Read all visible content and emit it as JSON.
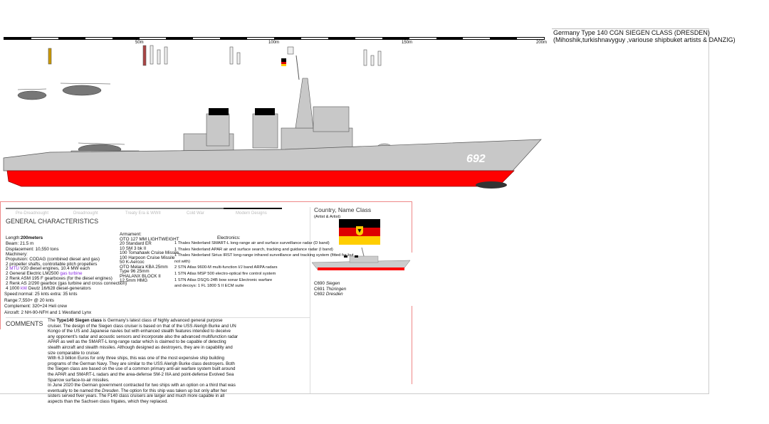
{
  "header": {
    "title": "Germany Type 140 CGN SIEGEN CLASS (DRESDEN)",
    "credits": "(Mihoshik,turkishnavyguy ,variouse shipbuket artists & DANZIG)"
  },
  "scale": {
    "labels": [
      "50m",
      "100m",
      "150m",
      "200m"
    ]
  },
  "ship": {
    "hull_number": "692",
    "colors": {
      "hull": "#c8c8c8",
      "boot": "#ff0000",
      "stack": "#000000"
    }
  },
  "eras": [
    "Pre-Dreadnought",
    "Dreadnought",
    "Treaty Era & WWII",
    "Cold War",
    "Modern Designs"
  ],
  "general": {
    "title": "GENERAL CHARACTERISTICS",
    "length": {
      "label": "Length:",
      "value": "200meters"
    },
    "beam": {
      "label": "Beam:",
      "value": "21.5 m"
    },
    "displacement": {
      "label": "Displacement:",
      "value": "10,550 tons"
    },
    "machinery_label": "Machinery:",
    "machinery": [
      "Propulsion: CODAG (combined diesel and gas)",
      "2 propeller shafts, controllable pitch propellers",
      "2 MTU V20 diesel engines, 10.4 MW each",
      "2 General Electric LM2500 gas turbine",
      "2 Renk ASM 195 F gearboxes (for the diesel engines)",
      "2 Renk AS 2/290 gearbox (gas turbine and cross connection)",
      "4 1000 kW Deutz 16/628 diesel-generators"
    ],
    "speed": {
      "label": "Speed:",
      "value": "normal: 25 knts extra: 35 knts"
    },
    "range": {
      "label": "Range:",
      "value": "7,550+ @ 20 knts"
    },
    "complement": {
      "label": "Complement:",
      "value": "320+24 Heli crew"
    },
    "aircraft": {
      "label": "Aircraft:",
      "value": "2 NH-90-NFH and 1 Westland Lynx"
    }
  },
  "armament": {
    "label": "Armament:",
    "items": [
      "OTO 127 MM LIGHTWEIGHT",
      "20 Standard ER",
      "10 SM 3 bk II",
      "100 Tomahawk Cruise Missile",
      "100 Harpoon Cruise Missile",
      "50 K-Aercoc",
      "OTO Melara KBA 25mm",
      "Type 96 25mm",
      "PHALANX BLOCK II",
      "12.5mm HMG"
    ]
  },
  "electronics": {
    "label": "Electronics:",
    "items": [
      "1 Thales Nederland SMART-L long-range air and surface surveillance radar (D band)",
      "1 Thales Nederland APAR air and surface search, tracking and guidance radar (I band)",
      "1 Thales Nederland Sirius IRST long-range infrared surveillance and tracking system (fitted for but",
      "not with)",
      "2 STN Atlas 9600-M multi-function I/J band ARPA radars",
      "1 STN Atlas MSP 500 electro-optical fire control system",
      "1 STN Atlas DSQS-24B bow sonar Electronic warfare",
      "and decoys: 1 FL 1800 S II ECM suite"
    ]
  },
  "side": {
    "title": "Country, Name Class",
    "artists": "(Artist & Artist)",
    "ships": [
      {
        "id": "C690",
        "name": "Siegen"
      },
      {
        "id": "C691",
        "name": "Thüringen"
      },
      {
        "id": "C692",
        "name": "Dresden"
      }
    ],
    "flag_colors": [
      "#000000",
      "#dd0000",
      "#ffce00"
    ]
  },
  "comments": {
    "label": "COMMENTS",
    "lines": [
      "cruiser. The design of the Siegen class cruiser is based on that of the USS Alerigh Burke and UN",
      "Kongo of the US and Japanese navies but with enhanced stealth features intended to deceive",
      "any opponent's radar and acoustic sensors and incorporate also the advanced multifunction radar",
      "APAR as well as the SMART-L long-range radar which is claimed to be capable of detecting",
      "stealth aircraft and stealth missiles. Although designed as destroyers, they are in capability and",
      "size comparable to cruiser.",
      "With 6.3 billion Euros for only three ships, this was one of the most expensive ship building",
      "programs of the German Navy. They are similar to the USS Alerigh Burke class destroyers. Both",
      "the Siegen class are based on the use of a common primary anti-air warfare system built around",
      "the APAR and SMART-L radars and the area-defense SM-2 IIIA and point-defense Evolved Sea",
      "Sparrow surface-to-air missiles."
    ],
    "first_pre": "The ",
    "first_bold": "Type140 Siegen class",
    "first_post": " is Germany's latest class of highly advanced general purpose",
    "p3a": "In June 2020 the German government contracted for two ships with an option on a third that was",
    "p3b_pre": "eventually to be named the ",
    "p3b_em": "Dresden",
    "p3b_post": ". The option for this ship was taken up but only after her",
    "p3c": "sisters served fiver years. The F140 class cruisers are larger and much more capable in all",
    "p3d": "aspects than the Sachsen class frigates, which they replaced."
  }
}
